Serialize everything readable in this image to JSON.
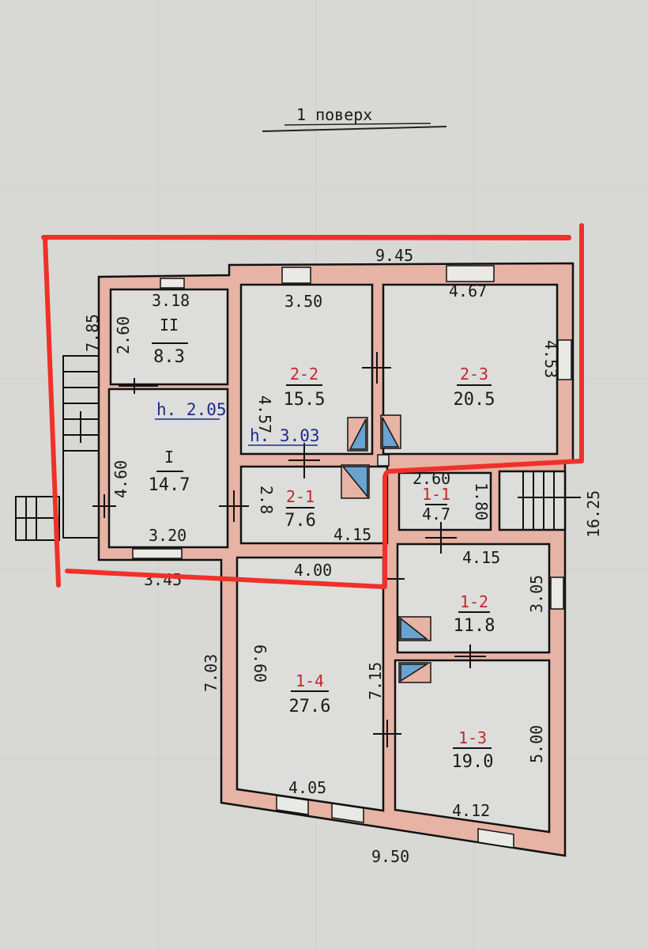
{
  "title": "1 поверх",
  "colors": {
    "wall": "#e6b3a4",
    "room": "#dddddb",
    "highlight": "#f0302a",
    "room_id_red": "#c0282a",
    "height_blue": "#1d2c8a",
    "stove": "#6aa3cf"
  },
  "rooms": {
    "II": {
      "id": "II",
      "area": "8.3"
    },
    "I": {
      "id": "I",
      "area": "14.7"
    },
    "r2_2": {
      "id": "2-2",
      "area": "15.5"
    },
    "r2_3": {
      "id": "2-3",
      "area": "20.5"
    },
    "r2_1": {
      "id": "2-1",
      "area": "7.6"
    },
    "r1_1": {
      "id": "1-1",
      "area": "4.7"
    },
    "r1_2": {
      "id": "1-2",
      "area": "11.8"
    },
    "r1_3": {
      "id": "1-3",
      "area": "19.0"
    },
    "r1_4": {
      "id": "1-4",
      "area": "27.6"
    }
  },
  "heights": {
    "left": "h. 2.05",
    "middle": "h. 3.03"
  },
  "dims": {
    "top_overall": "9.45",
    "bottom_overall": "9.50",
    "left_upper": "7.85",
    "left_lower": "7.03",
    "right_overall": "16.25",
    "bottom_left_ext": "3.45",
    "II_width": "3.18",
    "II_depth": "2.60",
    "I_depth": "4.60",
    "I_width": "3.20",
    "r2_2_width": "3.50",
    "r2_2_depth": "4.57",
    "r2_3_width": "4.67",
    "r2_3_depth": "4.53",
    "r2_1_depth": "2.8",
    "r2_1_width": "4.15",
    "r1_1_width": "2.60",
    "r1_1_depth": "1.80",
    "r1_2_width": "4.15",
    "r1_2_depth": "3.05",
    "r1_4_top": "4.00",
    "r1_4_depth": "6.60",
    "r1_4_side": "7.15",
    "r1_4_width": "4.05",
    "r1_3_depth": "5.00",
    "r1_3_width": "4.12"
  }
}
